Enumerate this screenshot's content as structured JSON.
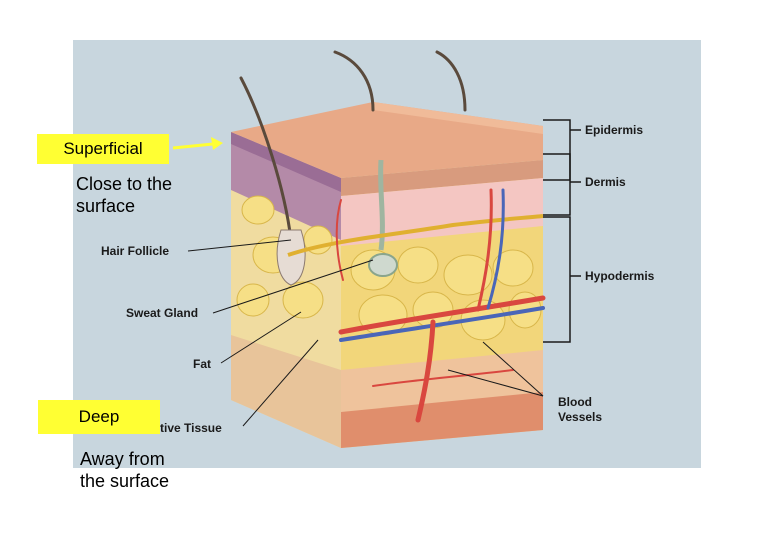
{
  "labels": {
    "epidermis": "Epidermis",
    "dermis": "Dermis",
    "hypodermis": "Hypodermis",
    "hair_follicle": "Hair Follicle",
    "sweat_gland": "Sweat Gland",
    "fat": "Fat",
    "connective_tissue_visible": "tive Tissue",
    "blood_vessels_line1": "Blood",
    "blood_vessels_line2": "Vessels"
  },
  "callouts": {
    "superficial": "Superficial",
    "superficial_desc_line1": "Close to the",
    "superficial_desc_line2": "surface",
    "deep": "Deep",
    "deep_desc_line1": "Away from",
    "deep_desc_line2": "the surface"
  },
  "colors": {
    "panel_background": "#c8d6de",
    "highlight": "#ffff33",
    "arrow": "#ffff33",
    "epidermis": "#e8a987",
    "dermis": "#f4c6c2",
    "fat": "#f2d67a",
    "artery": "#d9473f",
    "vein": "#4a66b8"
  }
}
